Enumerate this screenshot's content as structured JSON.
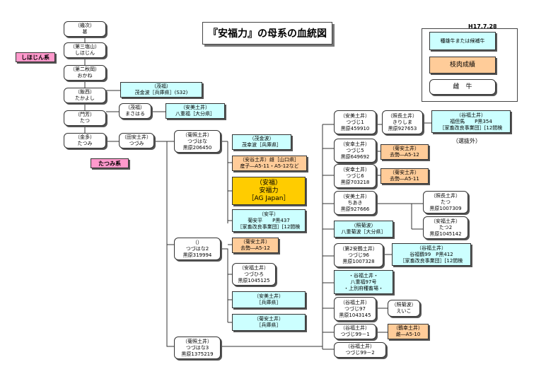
{
  "title": "『安福力』の母系の血統図",
  "date": "H17.7.28",
  "legend": {
    "bull": "種雄牛または候補牛",
    "meat": "枝肉成績",
    "cow": "雌　牛"
  },
  "line_tags": {
    "shihojin": "しほじん系",
    "tatsumi": "たつみ系"
  },
  "nodes": {
    "n_ikuji": "（幾次）\n甚",
    "n_daisankenzan": "（第三塩山）\nしほじん",
    "n_dainiakita": "（第二秋岡）\nおかね",
    "n_iinishi": "（飯西）\nたかよし",
    "n_monyoshi": "（門芳）\nたつ",
    "n_kinta": "（金多）\nたつみ",
    "n_shigefuku": "（茂福）\n茂金波［兵庫県］(S32)",
    "n_shigefuku2": "（茂福）\nまさはる",
    "n_yasumi_hachijufuku": "（安美土井）\n八重福［大分県］",
    "n_denyasu": "（田安土井）\nつづみ",
    "n_kikuteru": "（菊照土井）\nつづはな\n黒原206450",
    "n_shigekinpa": "（茂金波）\n茂幸波［兵庫県］",
    "n_yasutani": "（安谷土井）雌［山口県］\n産子―A5-11・A5-12など",
    "n_yasufuku": "（安福）\n安福力\n［AG Japan］",
    "n_yasuhei": "（安平）\n菊安平　　P黒437\n［家畜改良事業団］[12間検",
    "n_unknown": "（）\nつづはな2\n黒原319994",
    "n_kikuyasu_kyo": "（菊安土井）\n去勢―A5-12",
    "n_yasufuku_tsuduhiro": "（安福土井）\nつづひろ\n黒原1045125",
    "n_yasumi_hyogo1": "（安美土井）\n［兵庫県］",
    "n_kikuyasu_hyogo2": "（菊安土井）\n［兵庫県］",
    "n_kikuteru_tsuduhana3": "（菊照土井）\nつづはな3\n黒原1375219",
    "n_yasumi_tsuduji1": "（安美土井）\nつづじ1\n黒原459910",
    "n_teruyasu_kirishima": "（照長土井）\nきりしま\n黒原927653",
    "n_tanifuku_fukuyasuma": "（谷福土井）\n福但馬　　P黒354\n［家畜改良事業団］[12間検",
    "n_senbatsugai": "（選抜外）",
    "n_yasuyuki_tsuduji5": "（安幸土井）\nつづじ5\n黒原649692",
    "n_kikuyasu_kyo12": "（菊安土井）\n去勢―A5-12",
    "n_yasuyuki_tsuduji6": "（安幸土井）\nつづじ6\n黒原703218",
    "n_kikuyasu_kyo11": "（菊安土井）\n去勢―A5-11",
    "n_yasumi_chiaki": "（安美土井）\nちあき\n黒原927666",
    "n_teruchou_tatsu": "（照長土井）\nたつ\n黒原1007309",
    "n_yasufuku_tatsu2": "（安福土井）\nたつ2\n黒原1045142",
    "n_terukikuha": "（照菊波）\n八重菊波［大分県］",
    "n_dai2yasutsuru": "（第2安鶴土井）\nつづじ96\n黒原1007328",
    "n_tanifuku_tsuru99": "（谷福土井）\n谷福鶴99　P黒412\n［家畜改良事業団］[12間検",
    "n_tanifuku_hachiju97": "・谷福土井・\n八重福97号\n・上別府種畜場・",
    "n_tanifuku_tsuduji97": "（谷福土井）\nつづじ97\n黒原1043145",
    "n_teruki_eiko": "（照菊波）\nえいこ",
    "n_tanifuku_99_1": "（谷福土井）\nつづじ99－1",
    "n_tsuruyuki_mesu": "（鶴幸土井）\n雌―A5-10",
    "n_tanifuku_99_2": "（谷福土井）\nつづじ99－2"
  },
  "colors": {
    "bull": "#ccffff",
    "meat": "#ffcc99",
    "gold": "#ffcc00",
    "tag": "#ff99cc"
  }
}
